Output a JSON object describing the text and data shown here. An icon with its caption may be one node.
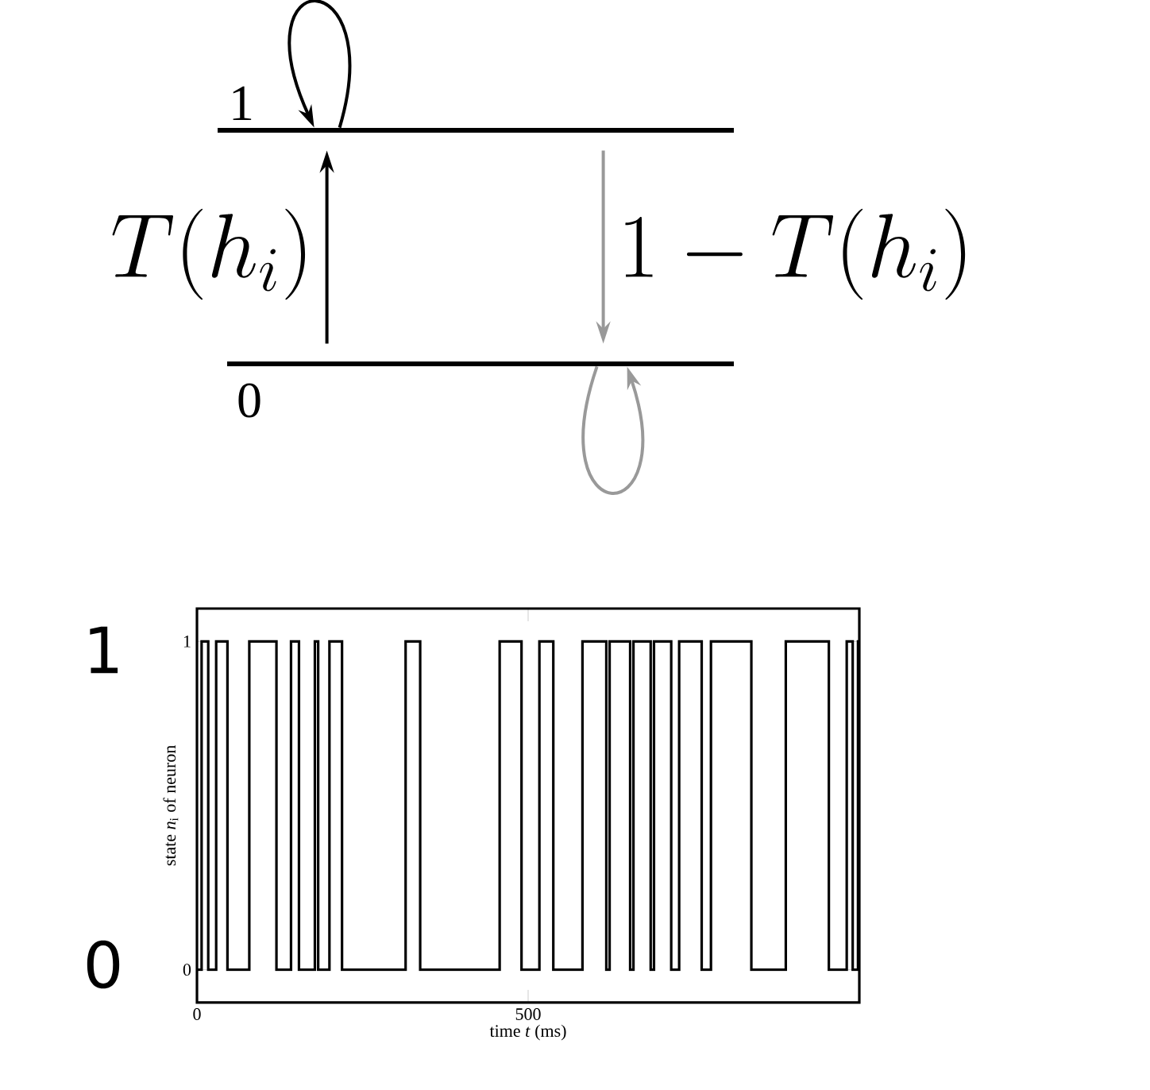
{
  "diagram": {
    "nodes": [
      {
        "text": [],
        "shape": "line",
        "beside": [
          "1"
        ]
      },
      {
        "text": [],
        "shape": "line",
        "beside": [
          "0"
        ]
      }
    ],
    "edges": [
      {
        "from": 1,
        "to": 0,
        "arrow": "to",
        "label": "T(h_i)"
      },
      {
        "from": 0,
        "to": 1,
        "arrow": "to",
        "label": "1 - T(h_i)",
        "color": "#999999"
      },
      {
        "from": 0,
        "to": 0,
        "arrow": "to"
      },
      {
        "from": 1,
        "to": 1,
        "arrow": "to",
        "color": "#999999"
      }
    ],
    "labels": [
      "1",
      "0"
    ],
    "chart_data": {
      "type": "line",
      "xlabel": "time *t* (ms)",
      "ylabel": "state *n*$_{i}$ of neuron",
      "x": [
        0,
        7,
        7,
        17,
        17,
        29,
        29,
        46,
        46,
        79,
        79,
        120,
        120,
        142,
        142,
        154,
        154,
        178,
        178,
        183,
        183,
        200,
        200,
        219,
        219,
        315,
        315,
        337,
        337,
        457,
        457,
        490,
        490,
        517,
        517,
        538,
        538,
        582,
        582,
        618,
        618,
        623,
        623,
        654,
        654,
        659,
        659,
        685,
        685,
        690,
        690,
        716,
        716,
        728,
        728,
        762,
        762,
        776,
        776,
        837,
        837,
        889,
        889,
        954,
        954,
        981,
        981,
        990,
        990,
        998,
        998,
        1000
      ],
      "series": [
        {
          "values": [
            0,
            0,
            1,
            1,
            0,
            0,
            1,
            1,
            0,
            0,
            1,
            1,
            0,
            0,
            1,
            1,
            0,
            0,
            1,
            1,
            0,
            0,
            1,
            1,
            0,
            0,
            1,
            1,
            0,
            0,
            1,
            1,
            0,
            0,
            1,
            1,
            0,
            0,
            1,
            1,
            0,
            0,
            1,
            1,
            0,
            0,
            1,
            1,
            0,
            0,
            1,
            1,
            0,
            0,
            1,
            1,
            0,
            0,
            1,
            1,
            0,
            0,
            1,
            1,
            0,
            0,
            1,
            1,
            0,
            0,
            1,
            1
          ]
        }
      ],
      "xlim": [
        0,
        1000
      ],
      "ylim": [
        -0.1,
        1.1
      ],
      "xticks": [
        0,
        500
      ],
      "yticks": [
        0,
        1
      ]
    }
  }
}
